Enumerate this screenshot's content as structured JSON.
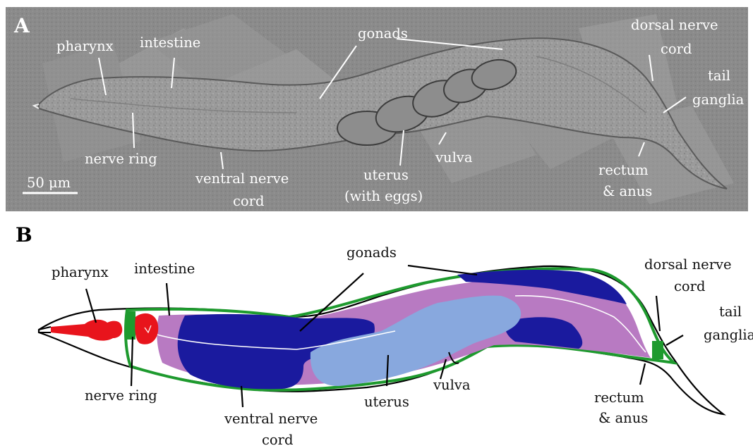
{
  "panel_a": {
    "letter": "A",
    "labels": {
      "pharynx": "pharynx",
      "intestine": "intestine",
      "gonads": "gonads",
      "dorsal_nerve_cord_1": "dorsal nerve",
      "dorsal_nerve_cord_2": "cord",
      "tail_ganglia_1": "tail",
      "tail_ganglia_2": "ganglia",
      "nerve_ring": "nerve ring",
      "ventral_nerve_cord_1": "ventral nerve",
      "ventral_nerve_cord_2": "cord",
      "uterus_1": "uterus",
      "uterus_2": "(with eggs)",
      "vulva": "vulva",
      "rectum_anus_1": "rectum",
      "rectum_anus_2": "& anus"
    },
    "scale_bar": "50 μm"
  },
  "panel_b": {
    "letter": "B",
    "labels": {
      "pharynx": "pharynx",
      "intestine": "intestine",
      "gonads": "gonads",
      "dorsal_nerve_cord_1": "dorsal nerve",
      "dorsal_nerve_cord_2": "cord",
      "tail_ganglia_1": "tail",
      "tail_ganglia_2": "ganglia",
      "nerve_ring": "nerve ring",
      "ventral_nerve_cord_1": "ventral nerve",
      "ventral_nerve_cord_2": "cord",
      "uterus": "uterus",
      "vulva": "vulva",
      "rectum_anus_1": "rectum",
      "rectum_anus_2": "& anus"
    }
  },
  "colors": {
    "pharynx": "#e8141c",
    "nerve_cords": "#1e9a2e",
    "intestine": "#b87ac2",
    "gonads": "#1a1a9e",
    "uterus": "#88a8de",
    "micrograph_bg": "#8a8a8a"
  }
}
